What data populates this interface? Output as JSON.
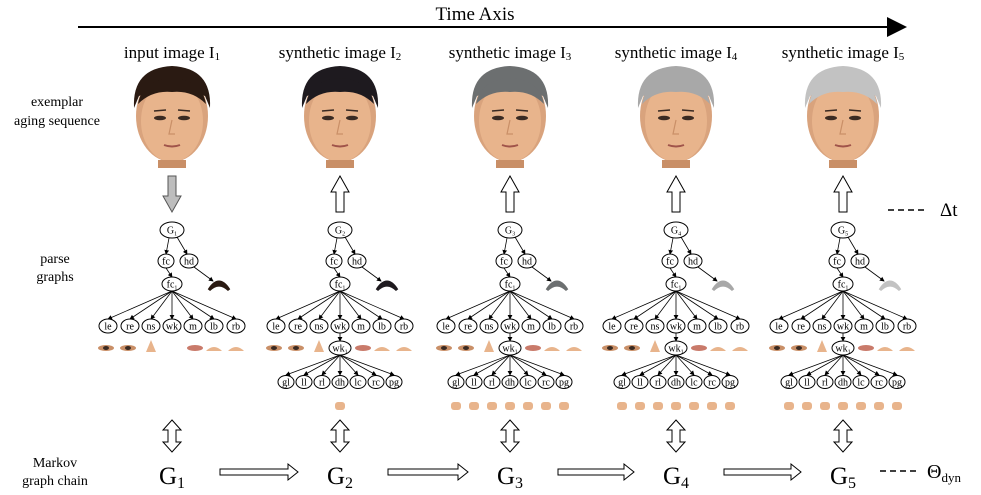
{
  "time_axis_label": "Time Axis",
  "row_labels": {
    "exemplar": [
      "exemplar",
      "aging sequence"
    ],
    "parse": [
      "parse",
      "graphs"
    ],
    "markov": [
      "Markov",
      "graph chain"
    ]
  },
  "legend": {
    "dt": "Δt",
    "theta": "Θ",
    "theta_sub": "dyn"
  },
  "columns": [
    {
      "label": "input image I",
      "label_sub": "1",
      "graph_label": "G",
      "graph_sub": "1",
      "node_sub": "1",
      "arrow": "down",
      "leaf_graph": false
    },
    {
      "label": "synthetic image I",
      "label_sub": "2",
      "graph_label": "G",
      "graph_sub": "2",
      "node_sub": "2",
      "arrow": "up",
      "leaf_graph": true
    },
    {
      "label": "synthetic image I",
      "label_sub": "3",
      "graph_label": "G",
      "graph_sub": "3",
      "node_sub": "3",
      "arrow": "up",
      "leaf_graph": true
    },
    {
      "label": "synthetic image I",
      "label_sub": "4",
      "graph_label": "G",
      "graph_sub": "4",
      "node_sub": "4",
      "arrow": "up",
      "leaf_graph": true
    },
    {
      "label": "synthetic image I",
      "label_sub": "5",
      "graph_label": "G",
      "graph_sub": "5",
      "node_sub": "5",
      "arrow": "up",
      "leaf_graph": true
    }
  ],
  "level1_nodes": [
    "fc",
    "hd"
  ],
  "level2_node": "fc",
  "level3_nodes": [
    "le",
    "re",
    "ns",
    "wk",
    "m",
    "lb",
    "rb"
  ],
  "wrinkle_node": "wk",
  "wrinkle_children": [
    "gl",
    "ll",
    "rl",
    "dh",
    "lc",
    "rc",
    "pg"
  ],
  "colors": {
    "skin": "#e8b48c",
    "skin_dark": "#c98f67",
    "hair": [
      "#2a1a12",
      "#1e1a1f",
      "#6c6f70",
      "#a8a8a8",
      "#c2c2c2"
    ],
    "arrow_down_fill": "#bdbdbd"
  }
}
